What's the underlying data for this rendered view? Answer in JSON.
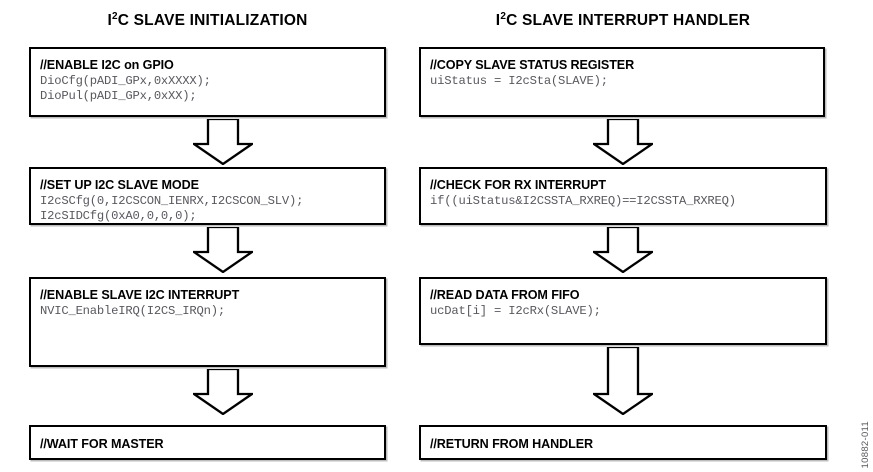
{
  "figure": {
    "id_label": "10882-011"
  },
  "columns": [
    {
      "title_prefix": "I",
      "title_sup": "2",
      "title_rest": "C SLAVE INITIALIZATION",
      "nodes": [
        {
          "heading": "//ENABLE I2C on GPIO",
          "code": "DioCfg(pADI_GPx,0xXXXX);\nDioPul(pADI_GPx,0xXX);"
        },
        {
          "heading": "//SET UP I2C SLAVE MODE",
          "code": "I2cSCfg(0,I2CSCON_IENRX,I2CSCON_SLV);\nI2cSIDCfg(0xA0,0,0,0);"
        },
        {
          "heading": "//ENABLE SLAVE I2C INTERRUPT",
          "code": "NVIC_EnableIRQ(I2CS_IRQn);"
        },
        {
          "heading": "//WAIT FOR MASTER",
          "code": ""
        }
      ]
    },
    {
      "title_prefix": "I",
      "title_sup": "2",
      "title_rest": "C SLAVE INTERRUPT HANDLER",
      "nodes": [
        {
          "heading": "//COPY SLAVE STATUS REGISTER",
          "code": "uiStatus = I2cSta(SLAVE);"
        },
        {
          "heading": "//CHECK FOR RX INTERRUPT",
          "code": "if((uiStatus&I2CSSTA_RXREQ)==I2CSSTA_RXREQ)"
        },
        {
          "heading": "//READ DATA FROM FIFO",
          "code": "ucDat[i] = I2cRx(SLAVE);"
        },
        {
          "heading": "//RETURN FROM HANDLER",
          "code": ""
        }
      ]
    }
  ],
  "colors": {
    "border": "#000000",
    "code_text": "#58585f",
    "heading_text": "#000000",
    "background": "#ffffff"
  }
}
